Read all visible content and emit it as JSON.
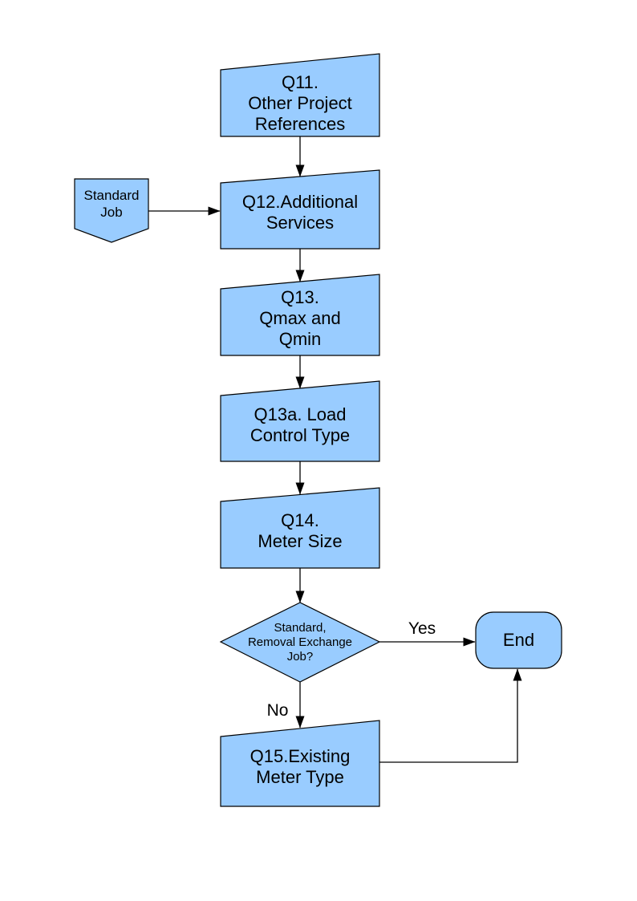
{
  "canvas": {
    "background": "#ffffff",
    "node_fill": "#99ccff",
    "node_stroke": "#000000",
    "connector_color": "#000000"
  },
  "nodes": {
    "q11": {
      "label": "Q11.\nOther Project\nReferences",
      "shape": "manual-input"
    },
    "standard_job": {
      "label": "Standard\nJob",
      "shape": "off-page-connector"
    },
    "q12": {
      "label": "Q12.Additional\nServices",
      "shape": "manual-input"
    },
    "q13": {
      "label": "Q13.\nQmax and\nQmin",
      "shape": "manual-input"
    },
    "q13a": {
      "label": "Q13a. Load\nControl Type",
      "shape": "manual-input"
    },
    "q14": {
      "label": "Q14.\nMeter Size",
      "shape": "manual-input"
    },
    "decision": {
      "label": "Standard,\nRemoval Exchange\nJob?",
      "shape": "decision-diamond"
    },
    "end": {
      "label": "End",
      "shape": "terminator"
    },
    "q15": {
      "label": "Q15.Existing\nMeter Type",
      "shape": "manual-input"
    }
  },
  "edge_labels": {
    "yes": "Yes",
    "no": "No"
  }
}
